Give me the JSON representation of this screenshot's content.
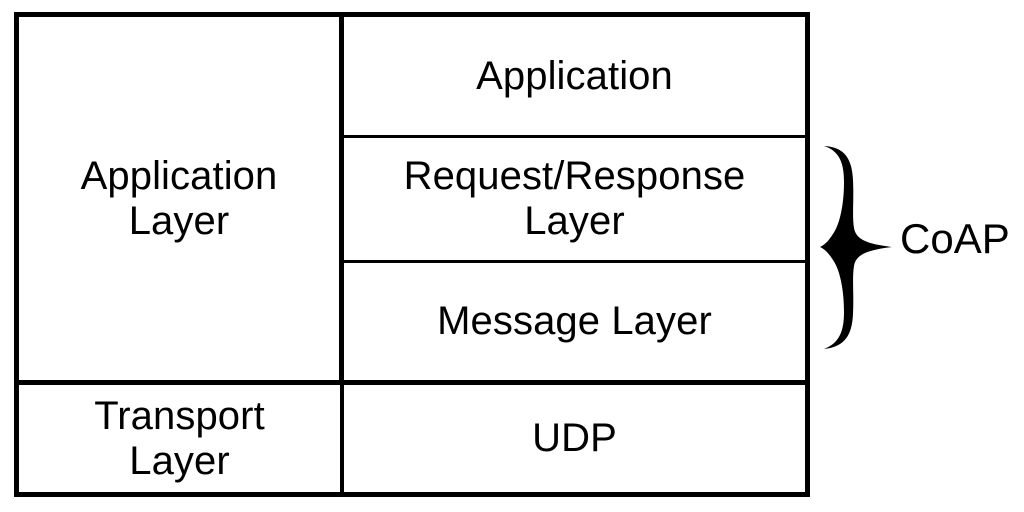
{
  "diagram": {
    "title": "CoAP protocol stack layering",
    "type": "layered-stack-table",
    "colors": {
      "line": "#000000",
      "background": "#ffffff",
      "text": "#000000"
    },
    "rows": [
      {
        "left_label": "Application\nLayer",
        "sublayers": [
          {
            "label": "Application"
          },
          {
            "label": "Request/Response\nLayer"
          },
          {
            "label": "Message Layer"
          }
        ]
      },
      {
        "left_label": "Transport\nLayer",
        "sublayers": [
          {
            "label": "UDP"
          }
        ]
      }
    ],
    "annotation": {
      "brace_label": "CoAP",
      "brace_covers": [
        "Request/Response Layer",
        "Message Layer"
      ],
      "brace_direction": "right"
    }
  }
}
